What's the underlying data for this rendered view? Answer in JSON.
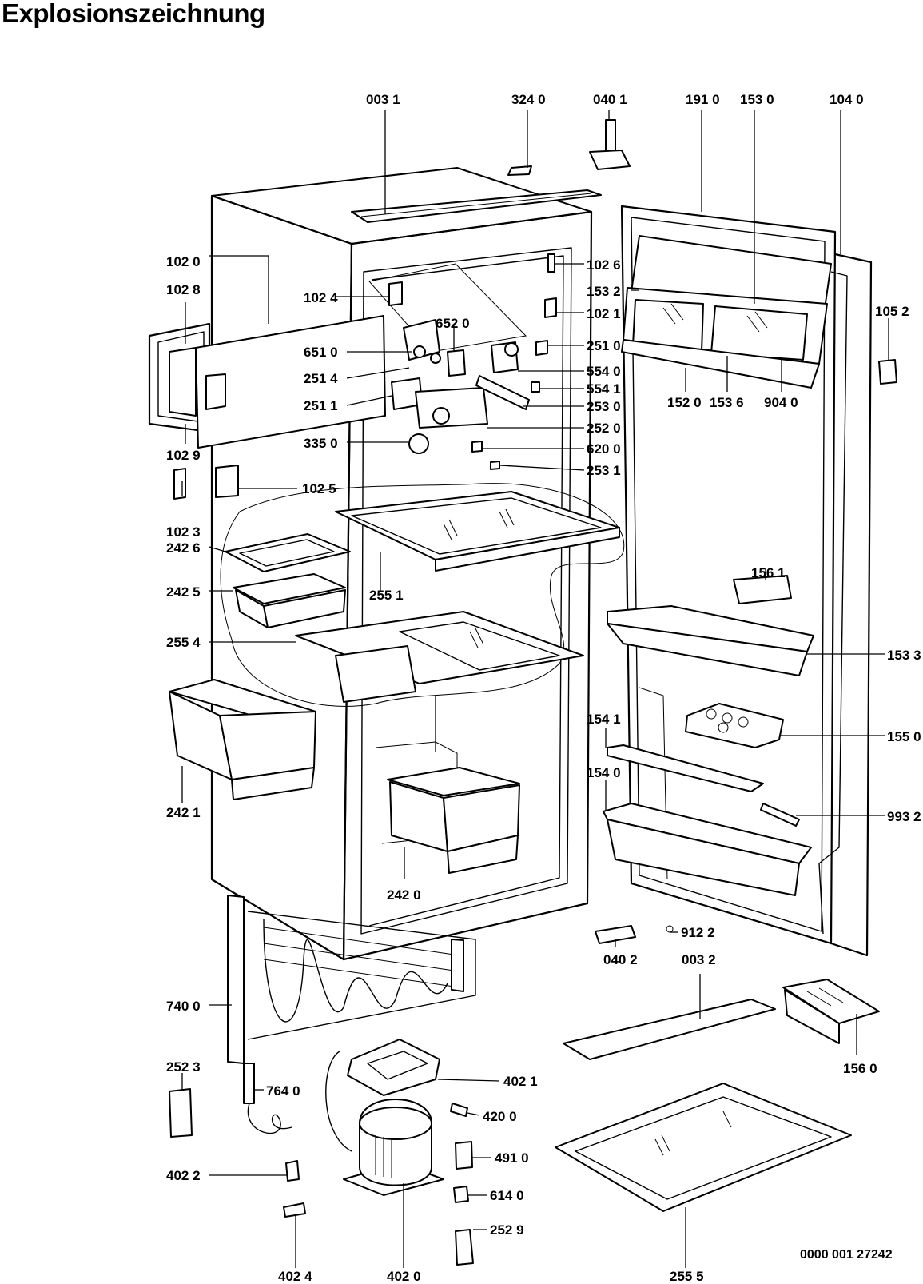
{
  "title": "Explosionszeichnung",
  "document_number": "0000 001 27242",
  "labels": {
    "p0031": "003 1",
    "p3240": "324 0",
    "p0401": "040 1",
    "p1910": "191 0",
    "p1530": "153 0",
    "p1040": "104 0",
    "p1020": "102 0",
    "p1028": "102 8",
    "p1024": "102 4",
    "p1026": "102 6",
    "p1532": "153 2",
    "p1021": "102 1",
    "p1052": "105 2",
    "p6520": "652 0",
    "p6510": "651 0",
    "p2514": "251 4",
    "p2511": "251 1",
    "p3350": "335 0",
    "p1029": "102 9",
    "p2510": "251 0",
    "p5540": "554 0",
    "p5541": "554 1",
    "p2530": "253 0",
    "p2520": "252 0",
    "p6200": "620 0",
    "p2531": "253 1",
    "p1520": "152 0",
    "p1536": "153 6",
    "p9040": "904 0",
    "p1025": "102 5",
    "p1023": "102 3",
    "p2426": "242 6",
    "p2425": "242 5",
    "p2551": "255 1",
    "p2554": "255 4",
    "p1561": "156 1",
    "p1533": "153 3",
    "p1541": "154 1",
    "p1550": "155 0",
    "p1540": "154 0",
    "p9932": "993 2",
    "p2421": "242 1",
    "p2420": "242 0",
    "p0402": "040 2",
    "p9122": "912 2",
    "p0032": "003 2",
    "p7400": "740 0",
    "p1560": "156 0",
    "p2523": "252 3",
    "p7640": "764 0",
    "p4021": "402 1",
    "p4200": "420 0",
    "p4910": "491 0",
    "p4022": "402 2",
    "p6140": "614 0",
    "p2529": "252 9",
    "p4024": "402 4",
    "p4020": "402 0",
    "p2555": "255 5"
  }
}
